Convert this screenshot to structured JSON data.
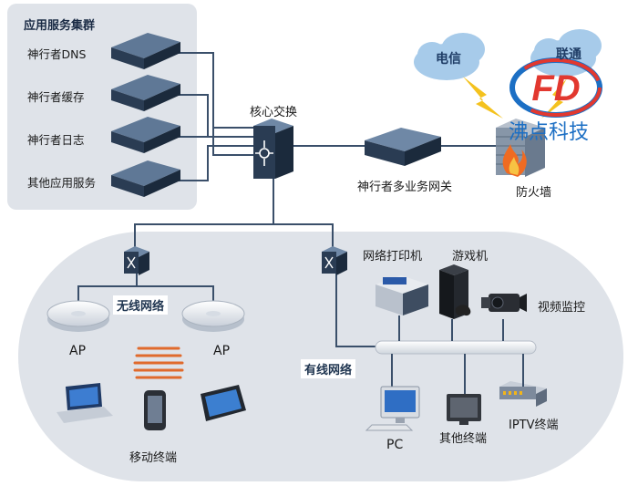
{
  "cluster": {
    "title": "应用服务集群",
    "services": [
      "神行者DNS",
      "神行者缓存",
      "神行者日志",
      "其他应用服务"
    ]
  },
  "core_switch": "核心交换",
  "gateway": "神行者多业务网关",
  "firewall": "防火墙",
  "isp": [
    "电信",
    "联通"
  ],
  "logo": {
    "text": "沸点科技",
    "mark": "FD"
  },
  "wireless": {
    "label": "无线网络",
    "ap_labels": [
      "AP",
      "AP"
    ],
    "mobile_label": "移动终端"
  },
  "wired": {
    "label": "有线网络",
    "devices": [
      "网络打印机",
      "游戏机",
      "视频监控",
      "PC",
      "其他终端",
      "IPTV终端"
    ]
  },
  "colors": {
    "panel": "#dfe3e9",
    "line": "#3a4f6a",
    "accent": "#e06a2c",
    "bus": "#eef0f3"
  }
}
